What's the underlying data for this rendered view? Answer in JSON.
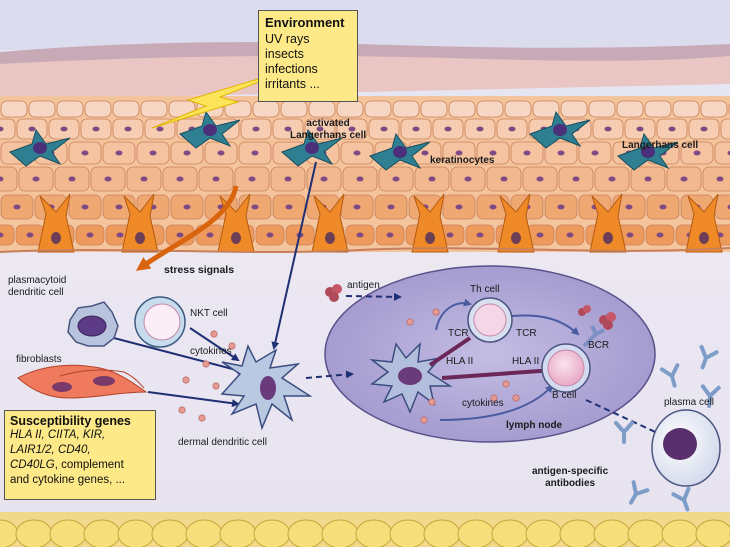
{
  "environment": {
    "title": "Environment",
    "items": [
      "UV rays",
      "insects",
      "infections",
      "irritants ..."
    ]
  },
  "susceptibility": {
    "title": "Susceptibility genes",
    "lines": [
      {
        "parts": [
          {
            "t": "HLA II, CIITA, KIR,",
            "i": true
          }
        ]
      },
      {
        "parts": [
          {
            "t": "LAIR1/2, CD40,",
            "i": true
          }
        ]
      },
      {
        "parts": [
          {
            "t": "CD40LG",
            "i": true
          },
          {
            "t": ", complement",
            "i": false
          }
        ]
      },
      {
        "parts": [
          {
            "t": "and cytokine genes, ...",
            "i": false
          }
        ]
      }
    ]
  },
  "labels": {
    "activated_lc": "activated\nLangerhans cell",
    "langerhans": "Langerhans cell",
    "keratinocytes": "keratinocytes",
    "stress": "stress signals",
    "pdc": "plasmacytoid\ndendritic cell",
    "nkt": "NKT cell",
    "cytokines1": "cytokines",
    "fibroblasts": "fibroblasts",
    "ddc": "dermal dendritic cell",
    "antigen": "antigen",
    "th": "Th cell",
    "tcr1": "TCR",
    "tcr2": "TCR",
    "hla1": "HLA II",
    "hla2": "HLA II",
    "bcr": "BCR",
    "bcell": "B cell",
    "cytokines2": "cytokines",
    "lymph": "lymph node",
    "plasma": "plasma cell",
    "antibodies": "antigen-specific\nantibodies"
  }
}
